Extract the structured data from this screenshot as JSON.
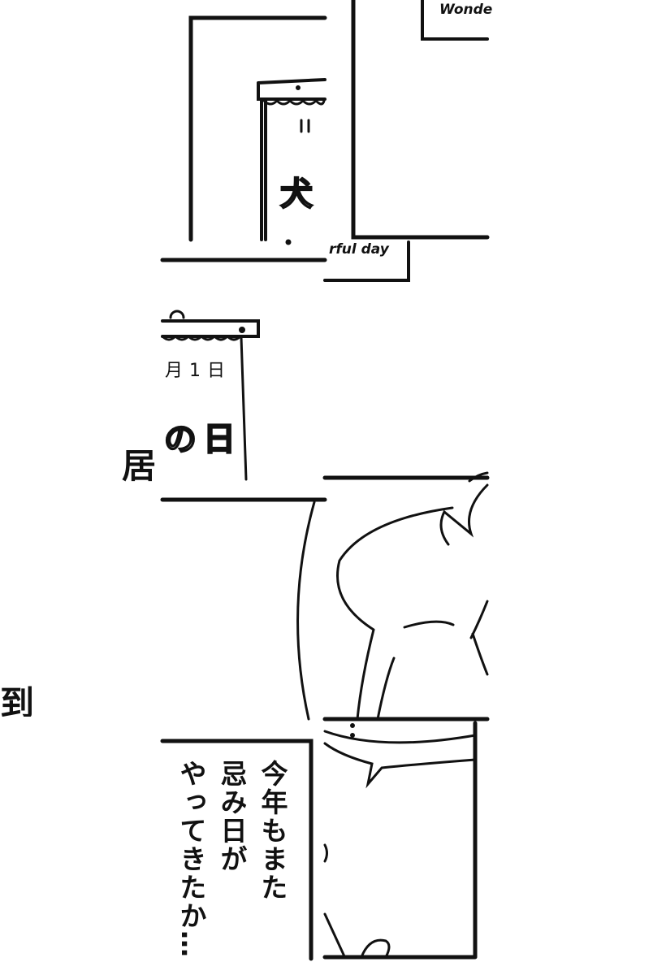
{
  "comic": {
    "sign_top_right": "Wonde",
    "sign_middle": "rful day",
    "banner_top_char": "犬",
    "banner_lower_date": "月1日",
    "banner_lower_title": "の日",
    "fragment_left_upper": "居",
    "fragment_left_lower": "到",
    "speech_lines": [
      "今年もまた",
      "忌み日が",
      "やってきたか…"
    ]
  },
  "colors": {
    "ink": "#111111",
    "paper": "#ffffff"
  }
}
